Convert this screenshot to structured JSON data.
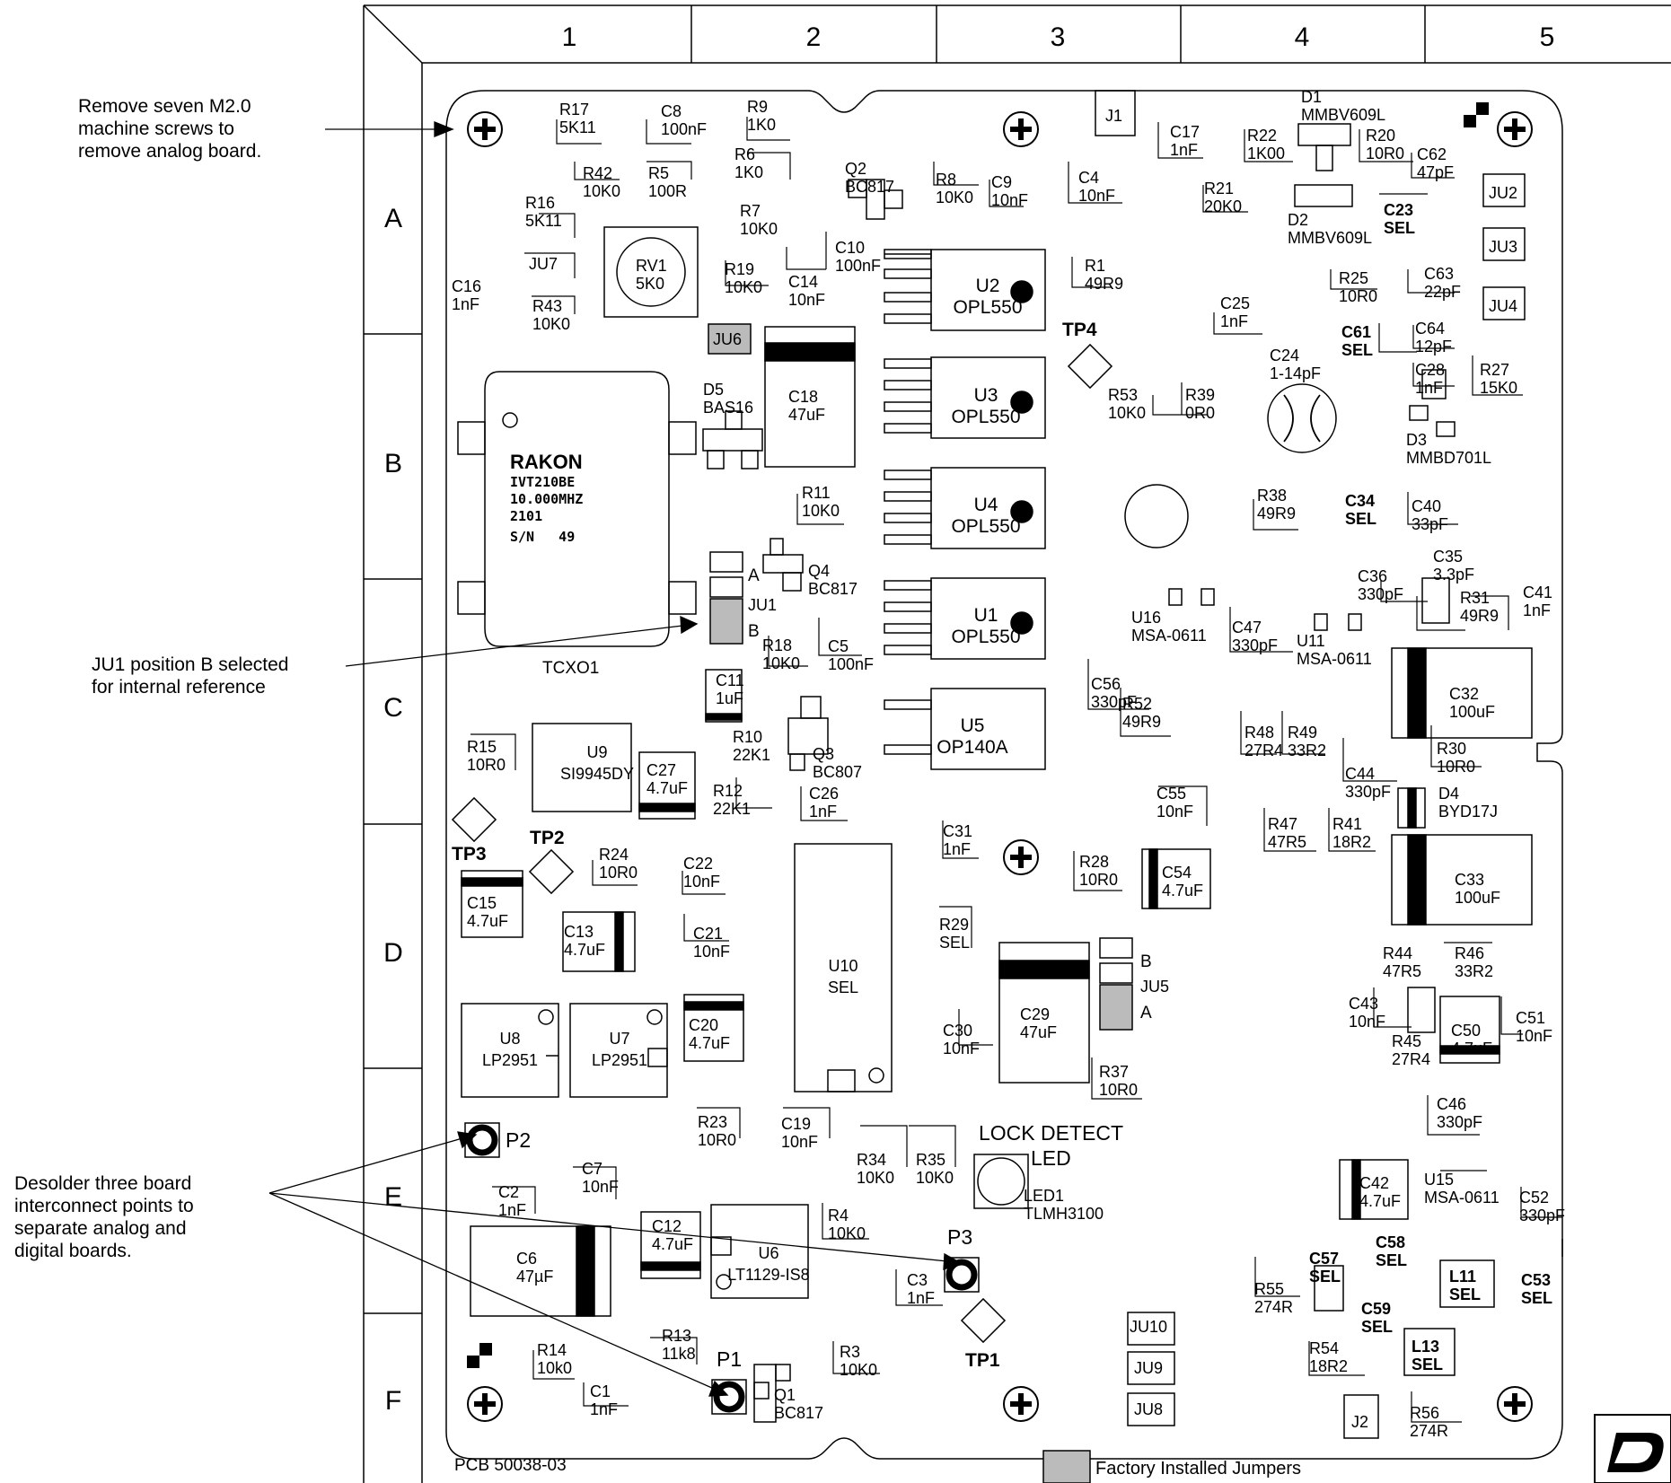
{
  "grid": {
    "columns": [
      "1",
      "2",
      "3",
      "4",
      "5"
    ],
    "rows": [
      "A",
      "B",
      "C",
      "D",
      "E",
      "F"
    ]
  },
  "callouts": {
    "screws": "Remove seven M2.0\nmachine screws to\nremove analog board.",
    "jumper": "JU1 position B selected\nfor internal reference",
    "desolder": "Desolder three board\ninterconnect points to\nseparate analog and\ndigital boards."
  },
  "board": {
    "pcb_label": "PCB 50038-03",
    "legend_label": "Factory Installed Jumpers",
    "tcxo": {
      "ref": "TCXO1",
      "lines": [
        "RAKON",
        "IVT210BE",
        "10.000MHZ",
        "2101",
        "S/N   49"
      ]
    },
    "lock_detect": [
      "LOCK DETECT",
      "LED"
    ],
    "jumper_positions": {
      "ju1_a": "A",
      "ju1_b": "B",
      "ju5_a": "A",
      "ju5_b": "B"
    },
    "ics": {
      "u2": [
        "U2",
        "OPL550"
      ],
      "u3": [
        "U3",
        "OPL550"
      ],
      "u4": [
        "U4",
        "OPL550"
      ],
      "u1": [
        "U1",
        "OPL550"
      ],
      "u5": [
        "U5",
        "OP140A"
      ],
      "u9": [
        "U9",
        "SI9945DY"
      ],
      "u8": [
        "U8",
        "LP2951"
      ],
      "u7": [
        "U7",
        "LP2951"
      ],
      "u10": [
        "U10",
        "SEL"
      ],
      "u6": [
        "U6",
        "LT1129-IS8"
      ]
    },
    "labels": {
      "r17": [
        "R17",
        "5K11"
      ],
      "c8": [
        "C8",
        "100nF"
      ],
      "r9": [
        "R9",
        "1K0"
      ],
      "r6": [
        "R6",
        "1K0"
      ],
      "r42": [
        "R42",
        "10K0"
      ],
      "r5": [
        "R5",
        "100R"
      ],
      "r16": [
        "R16",
        "5K11"
      ],
      "r7": [
        "R7",
        "10K0"
      ],
      "ju7": [
        "JU7"
      ],
      "rv1": [
        "RV1",
        "5K0"
      ],
      "c16": [
        "C16",
        "1nF"
      ],
      "r43": [
        "R43",
        "10K0"
      ],
      "r19": [
        "R19",
        "10K0"
      ],
      "c14": [
        "C14",
        "10nF"
      ],
      "c10": [
        "C10",
        "100nF"
      ],
      "ju6": [
        "JU6"
      ],
      "q2": [
        "Q2",
        "BC817"
      ],
      "r8": [
        "R8",
        "10K0"
      ],
      "c9": [
        "C9",
        "10nF"
      ],
      "c4": [
        "C4",
        "10nF"
      ],
      "j1": [
        "J1"
      ],
      "c17": [
        "C17",
        "1nF"
      ],
      "r22": [
        "R22",
        "1K00"
      ],
      "d1": [
        "D1",
        "MMBV609L"
      ],
      "r20": [
        "R20",
        "10R0"
      ],
      "c62": [
        "C62",
        "47pF"
      ],
      "r21": [
        "R21",
        "20K0"
      ],
      "d2": [
        "D2",
        "MMBV609L"
      ],
      "c23": [
        "C23",
        "SEL"
      ],
      "ju2": [
        "JU2"
      ],
      "ju3": [
        "JU3"
      ],
      "ju4": [
        "JU4"
      ],
      "r1": [
        "R1",
        "49R9"
      ],
      "r25": [
        "R25",
        "10R0"
      ],
      "c63": [
        "C63",
        "22pF"
      ],
      "c25": [
        "C25",
        "1nF"
      ],
      "c61": [
        "C61",
        "SEL"
      ],
      "c64": [
        "C64",
        "12pF"
      ],
      "c24": [
        "C24",
        "1-14pF"
      ],
      "tp4": [
        "TP4"
      ],
      "r53": [
        "R53",
        "10K0"
      ],
      "r39": [
        "R39",
        "0R0"
      ],
      "c28": [
        "C28",
        "1nF"
      ],
      "r27": [
        "R27",
        "15K0"
      ],
      "d3": [
        "D3",
        "MMBD701L"
      ],
      "d5": [
        "D5",
        "BAS16"
      ],
      "c18": [
        "C18",
        "47uF"
      ],
      "r11": [
        "R11",
        "10K0"
      ],
      "r38": [
        "R38",
        "49R9"
      ],
      "c34": [
        "C34",
        "SEL"
      ],
      "c40": [
        "C40",
        "33pF"
      ],
      "q4": [
        "Q4",
        "BC817"
      ],
      "ju1": [
        "JU1"
      ],
      "r18": [
        "R18",
        "10K0"
      ],
      "c5": [
        "C5",
        "100nF"
      ],
      "c35": [
        "C35",
        "3.3pF"
      ],
      "c36": [
        "C36",
        "330pF"
      ],
      "r31": [
        "R31",
        "49R9"
      ],
      "c41": [
        "C41",
        "1nF"
      ],
      "u16": [
        "U16",
        "MSA-0611"
      ],
      "c47": [
        "C47",
        "330pF"
      ],
      "u11": [
        "U11",
        "MSA-0611"
      ],
      "c11": [
        "C11",
        "1uF"
      ],
      "c56": [
        "C56",
        "330pF"
      ],
      "c32": [
        "C32",
        "100uF"
      ],
      "r10": [
        "R10",
        "22K1"
      ],
      "q3": [
        "Q3",
        "BC807"
      ],
      "r52": [
        "R52",
        "49R9"
      ],
      "r48": [
        "R48",
        "27R4"
      ],
      "r49": [
        "R49",
        "33R2"
      ],
      "r30": [
        "R30",
        "10R0"
      ],
      "r15": [
        "R15",
        "10R0"
      ],
      "c27": [
        "C27",
        "4.7uF"
      ],
      "r12": [
        "R12",
        "22K1"
      ],
      "c44": [
        "C44",
        "330pF"
      ],
      "c26": [
        "C26",
        "1nF"
      ],
      "c55": [
        "C55",
        "10nF"
      ],
      "d4": [
        "D4",
        "BYD17J"
      ],
      "tp3": [
        "TP3"
      ],
      "tp2": [
        "TP2"
      ],
      "r24": [
        "R24",
        "10R0"
      ],
      "c22": [
        "C22",
        "10nF"
      ],
      "c31": [
        "C31",
        "1nF"
      ],
      "r28": [
        "R28",
        "10R0"
      ],
      "c54": [
        "C54",
        "4.7uF"
      ],
      "r47": [
        "R47",
        "47R5"
      ],
      "r41": [
        "R41",
        "18R2"
      ],
      "c15": [
        "C15",
        "4.7uF"
      ],
      "c33": [
        "C33",
        "100uF"
      ],
      "c13": [
        "C13",
        "4.7uF"
      ],
      "c21": [
        "C21",
        "10nF"
      ],
      "r29": [
        "R29",
        "SEL"
      ],
      "r44": [
        "R44",
        "47R5"
      ],
      "r46": [
        "R46",
        "33R2"
      ],
      "ju5": [
        "JU5"
      ],
      "c29": [
        "C29",
        "47uF"
      ],
      "c20": [
        "C20",
        "4.7uF"
      ],
      "c30": [
        "C30",
        "10nF"
      ],
      "c43": [
        "C43",
        "10nF"
      ],
      "r45": [
        "R45",
        "27R4"
      ],
      "c50": [
        "C50",
        "4.7uF"
      ],
      "c51": [
        "C51",
        "10nF"
      ],
      "r37": [
        "R37",
        "10R0"
      ],
      "c46": [
        "C46",
        "330pF"
      ],
      "r23": [
        "R23",
        "10R0"
      ],
      "c19": [
        "C19",
        "10nF"
      ],
      "r34": [
        "R34",
        "10K0"
      ],
      "r35": [
        "R35",
        "10K0"
      ],
      "p2": [
        "P2"
      ],
      "c7": [
        "C7",
        "10nF"
      ],
      "c2": [
        "C2",
        "1nF"
      ],
      "led1": [
        "LED1",
        "TLMH3100"
      ],
      "c42": [
        "C42",
        "4.7uF"
      ],
      "u15": [
        "U15",
        "MSA-0611"
      ],
      "c52": [
        "C52",
        "330pF"
      ],
      "r4": [
        "R4",
        "10K0"
      ],
      "c12": [
        "C12",
        "4.7uF"
      ],
      "c6": [
        "C6",
        "47µF"
      ],
      "p3": [
        "P3"
      ],
      "c58": [
        "C58",
        "SEL"
      ],
      "c57": [
        "C57",
        "SEL"
      ],
      "l11": [
        "L11",
        "SEL"
      ],
      "c53": [
        "C53",
        "SEL"
      ],
      "c3": [
        "C3",
        "1nF"
      ],
      "r55": [
        "R55",
        "274R"
      ],
      "c59": [
        "C59",
        "SEL"
      ],
      "ju10": [
        "JU10"
      ],
      "r13": [
        "R13",
        "11k8"
      ],
      "r14": [
        "R14",
        "10k0"
      ],
      "p1": [
        "P1"
      ],
      "r3": [
        "R3",
        "10K0"
      ],
      "tp1": [
        "TP1"
      ],
      "r54": [
        "R54",
        "18R2"
      ],
      "l13": [
        "L13",
        "SEL"
      ],
      "ju9": [
        "JU9"
      ],
      "c1": [
        "C1",
        "1nF"
      ],
      "q1": [
        "Q1",
        "BC817"
      ],
      "ju8": [
        "JU8"
      ],
      "j2": [
        "J2"
      ],
      "r56": [
        "R56",
        "274R"
      ]
    }
  }
}
